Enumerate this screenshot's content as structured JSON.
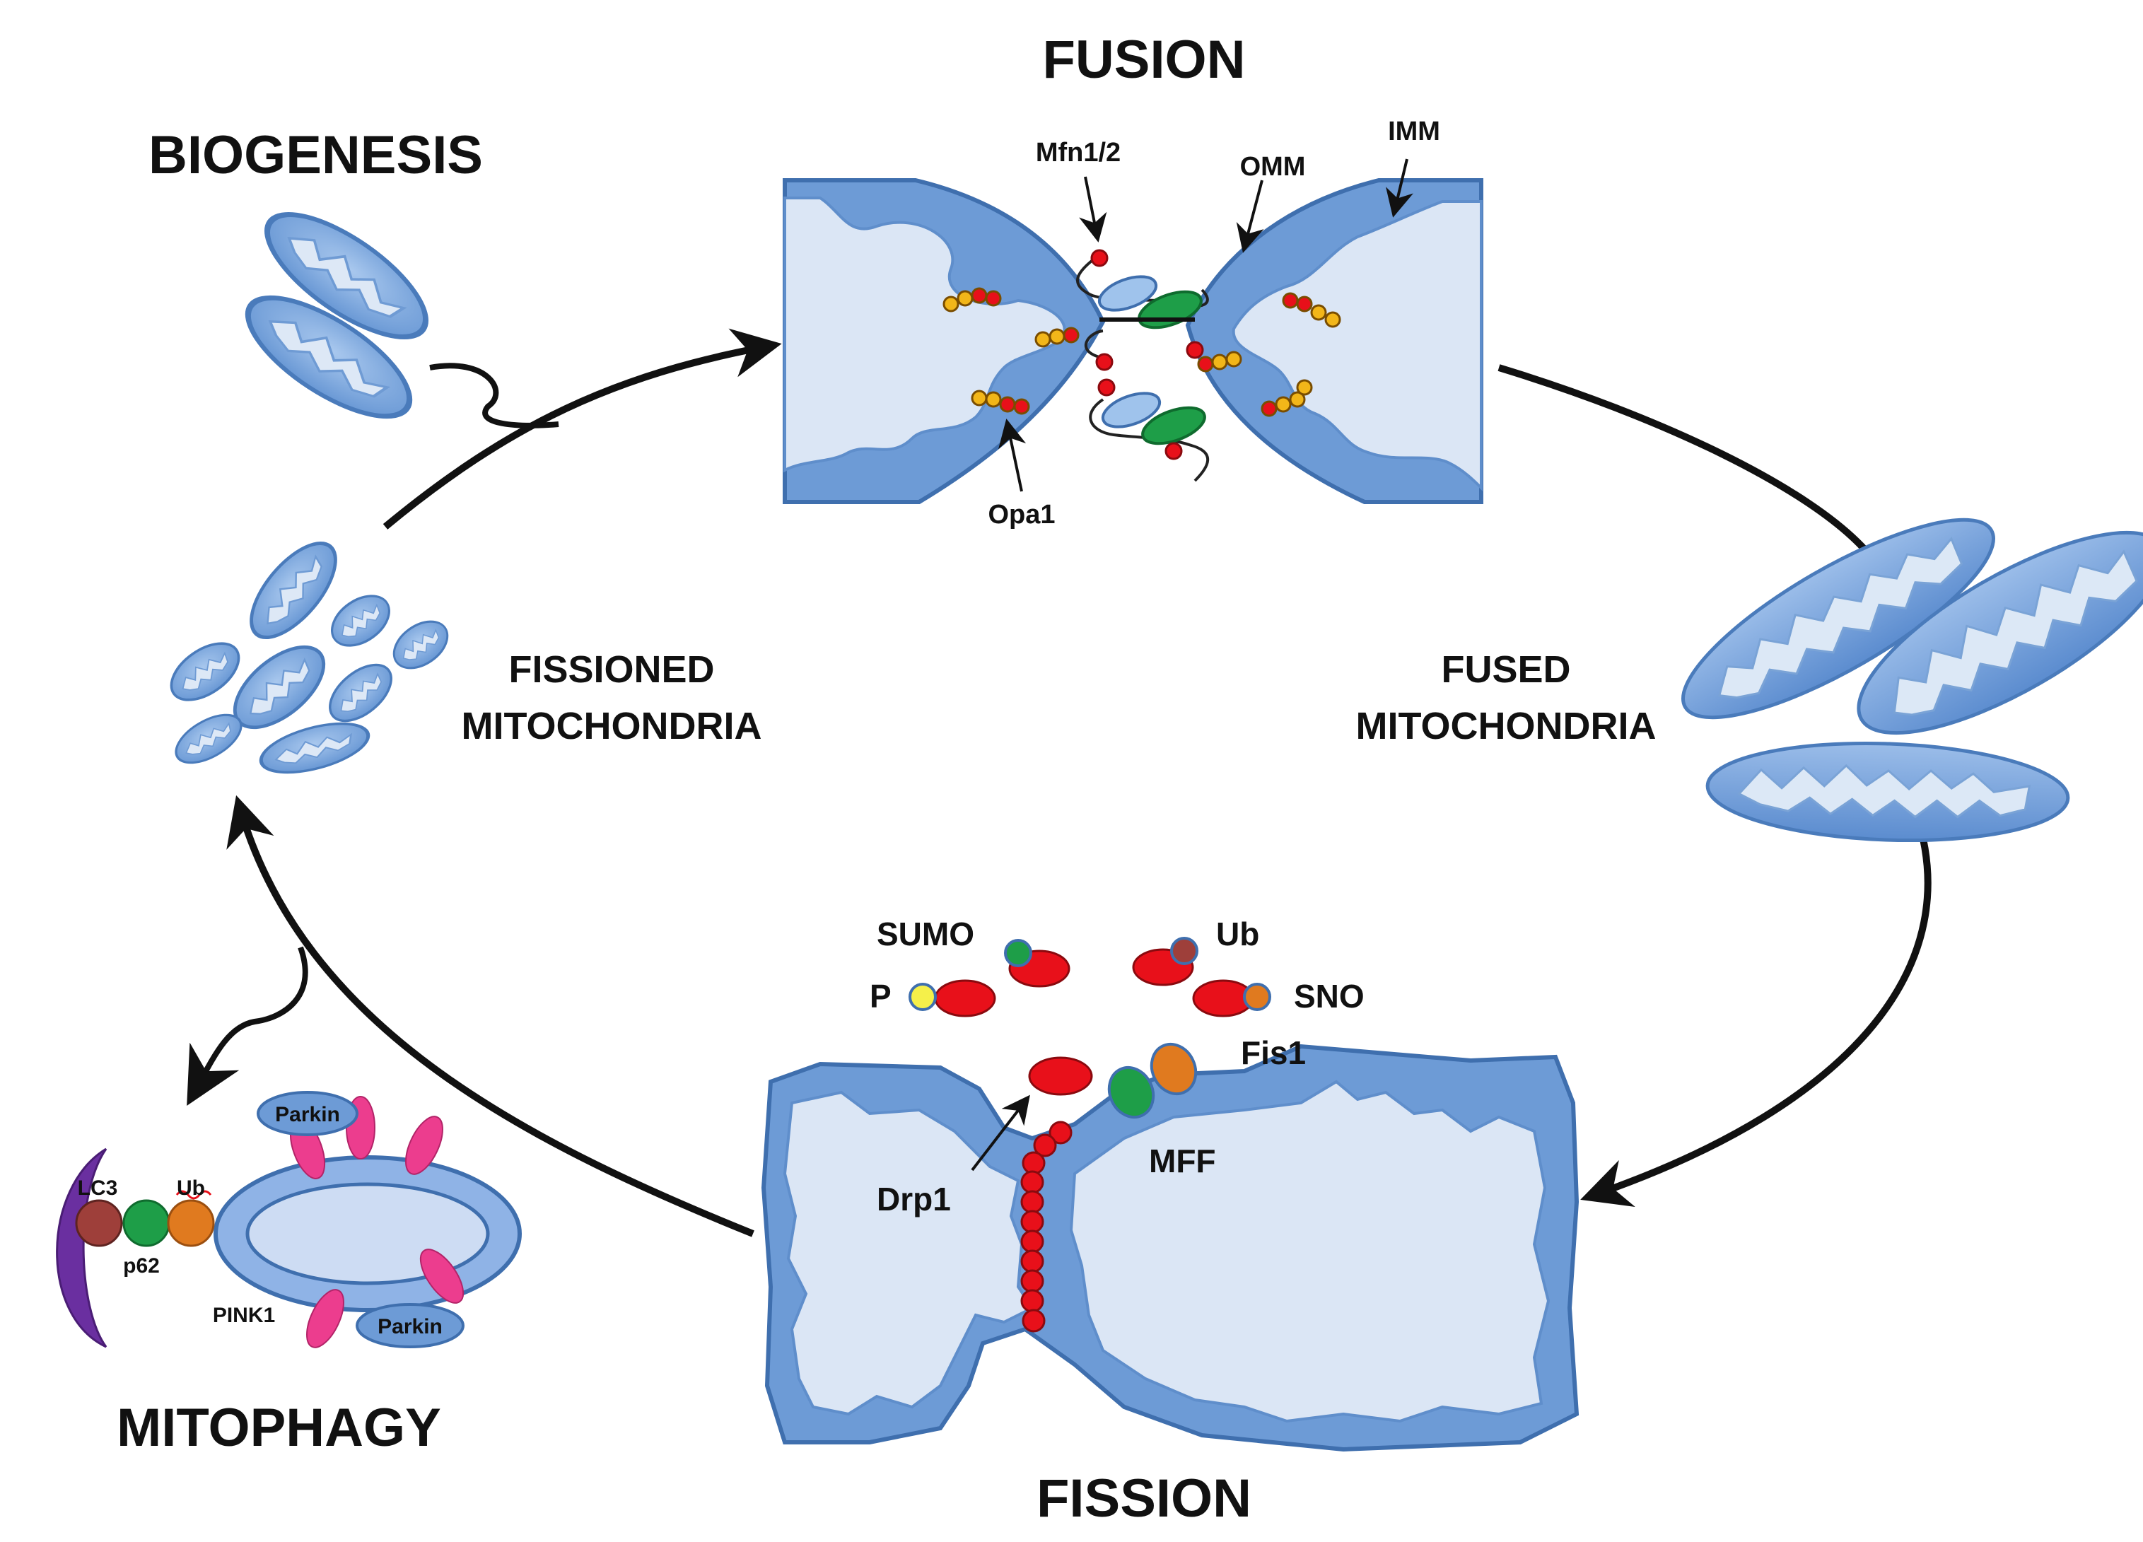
{
  "labels": {
    "fusion": "FUSION",
    "fission": "FISSION",
    "biogenesis": "BIOGENESIS",
    "mitophagy": "MITOPHAGY",
    "fissioned_line1": "FISSIONED",
    "fissioned_line2": "MITOCHONDRIA",
    "fused_line1": "FUSED",
    "fused_line2": "MITOCHONDRIA"
  },
  "fusion_labels": {
    "mfn": "Mfn1/2",
    "omm": "OMM",
    "imm": "IMM",
    "opa1": "Opa1"
  },
  "fission_labels": {
    "sumo": "SUMO",
    "ub": "Ub",
    "p": "P",
    "sno": "SNO",
    "fis1": "Fis1",
    "mff": "MFF",
    "drp1": "Drp1"
  },
  "mitophagy_labels": {
    "parkin_top": "Parkin",
    "parkin_bottom": "Parkin",
    "lc3": "LC3",
    "ub": "Ub",
    "p62": "p62",
    "pink1": "PINK1"
  },
  "colors": {
    "membrane_outer": "#6d9bd6",
    "membrane_stroke": "#3f6fae",
    "matrix_inner": "#dbe6f5",
    "drp1_red": "#e8101a",
    "opa1_yellow": "#f2b619",
    "mfn_blue": "#9fc3ec",
    "mfn_green": "#1e9e48",
    "fis1_orange": "#e07a1f",
    "ub_brown": "#9e3f3a",
    "pink1_magenta": "#ec3d8e",
    "phagophore_purple": "#6a2fa0",
    "p_yellow": "#f5f04a",
    "arrow_black": "#111111"
  },
  "icons": {
    "cycle": "cycle-arrow-icon",
    "mitochondrion": "mitochondrion-icon"
  }
}
